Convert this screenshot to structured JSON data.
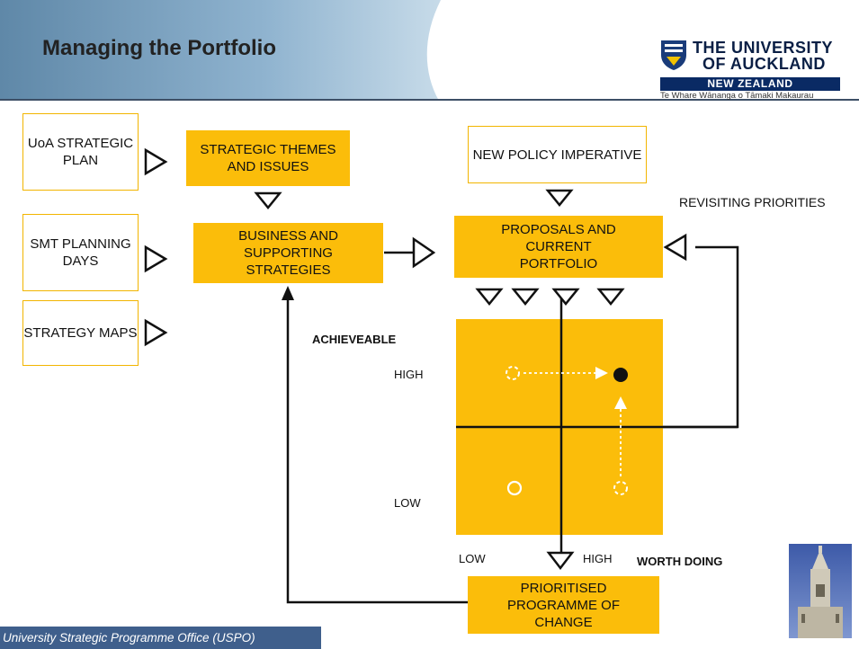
{
  "title": "Managing the Portfolio",
  "logo": {
    "line1": "THE UNIVERSITY",
    "line2": "OF AUCKLAND",
    "line3": "NEW ZEALAND",
    "line4": "Te Whare Wānanga o Tāmaki Makaurau"
  },
  "boxes": {
    "uoa_plan": "UoA STRATEGIC PLAN",
    "smt_days": "SMT PLANNING DAYS",
    "strategy_maps": "STRATEGY MAPS",
    "themes": "STRATEGIC THEMES AND ISSUES",
    "business": "BUSINESS AND SUPPORTING STRATEGIES",
    "new_policy": "NEW POLICY IMPERATIVE",
    "proposals": "PROPOSALS AND CURRENT PORTFOLIO",
    "prioritised": "PRIORITISED PROGRAMME OF CHANGE"
  },
  "labels": {
    "revisiting": "REVISITING PRIORITIES",
    "achieveable": "ACHIEVEABLE",
    "high_y": "HIGH",
    "low_y": "LOW",
    "low_x": "LOW",
    "high_x": "HIGH",
    "worth_doing": "WORTH DOING"
  },
  "footer": "University Strategic Programme Office (USPO)",
  "colors": {
    "yellow": "#fbbd0a",
    "navy": "#0a2a64",
    "footer": "#3f5f8c"
  }
}
